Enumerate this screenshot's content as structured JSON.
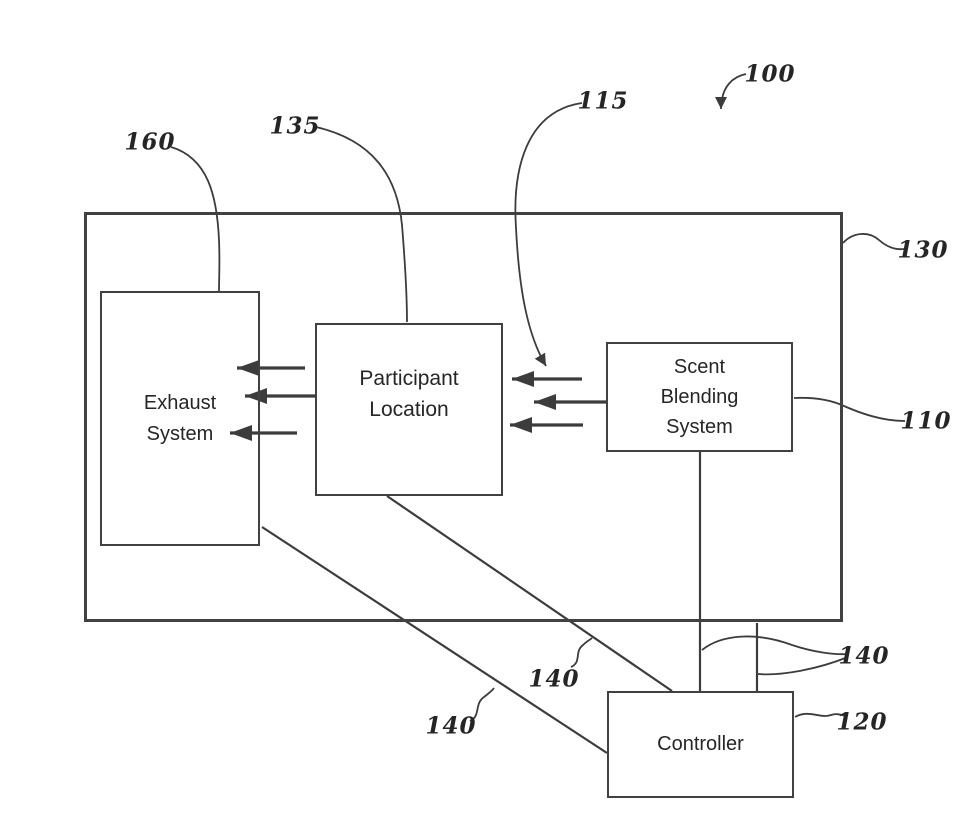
{
  "diagram": {
    "kind": "patent-block-diagram",
    "colors": {
      "line": "#3c3c3c",
      "border": "#414141",
      "text": "#262626",
      "background": "#ffffff"
    },
    "boxes": {
      "exhaust": {
        "line1": "Exhaust",
        "line2": "System"
      },
      "participant": {
        "line1": "Participant",
        "line2": "Location"
      },
      "scent": {
        "line1": "Scent",
        "line2": "Blending",
        "line3": "System"
      },
      "controller": {
        "label": "Controller"
      }
    },
    "refs": {
      "system_ref": "100",
      "scent_flow_ref": "115",
      "controller_ref": "120",
      "region_ref": "130",
      "participant_ref": "135",
      "conn_left_ref": "140",
      "conn_mid_ref": "140",
      "conn_right_ref": "140",
      "scent_system_ref": "110",
      "exhaust_ref": "160"
    }
  }
}
